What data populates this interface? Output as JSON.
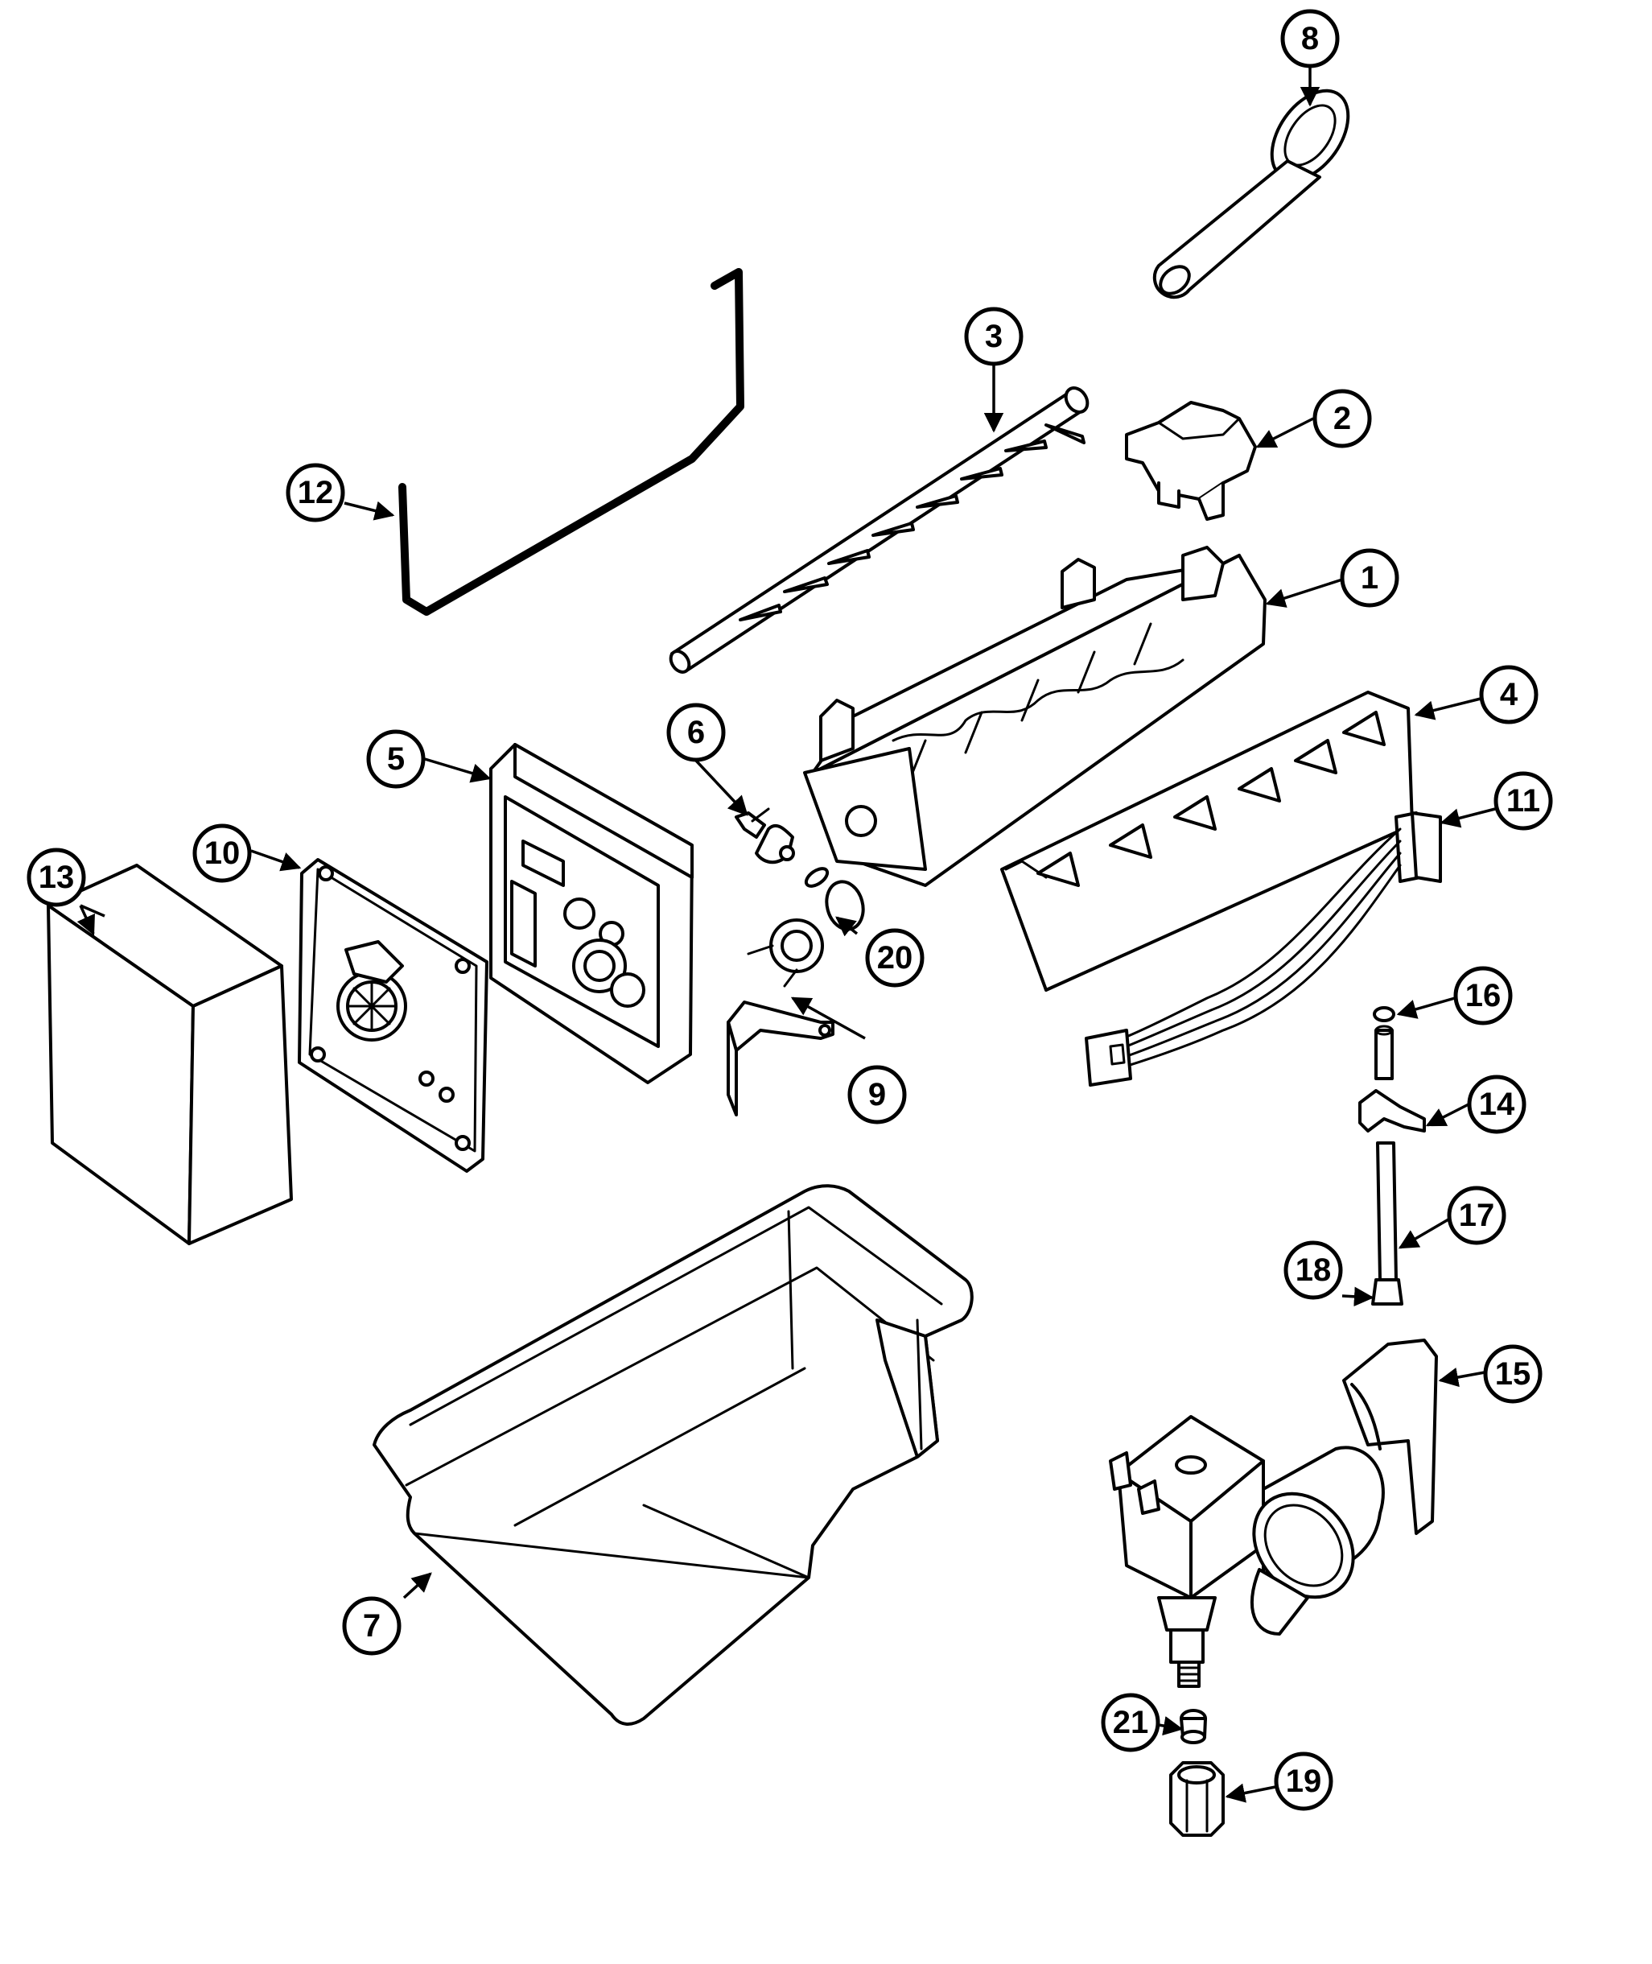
{
  "diagram": {
    "line_color": "#000000",
    "background_color": "#ffffff",
    "callouts": [
      {
        "id": "1",
        "label": "1",
        "part": "ice-mold-housing"
      },
      {
        "id": "2",
        "label": "2",
        "part": "shut-off-arm-bracket"
      },
      {
        "id": "3",
        "label": "3",
        "part": "ejector-shaft"
      },
      {
        "id": "4",
        "label": "4",
        "part": "stripper"
      },
      {
        "id": "5",
        "label": "5",
        "part": "control-housing"
      },
      {
        "id": "6",
        "label": "6",
        "part": "clip"
      },
      {
        "id": "7",
        "label": "7",
        "part": "ice-bucket"
      },
      {
        "id": "8",
        "label": "8",
        "part": "fill-cup"
      },
      {
        "id": "9",
        "label": "9",
        "part": "bracket"
      },
      {
        "id": "10",
        "label": "10",
        "part": "motor-gear-plate"
      },
      {
        "id": "11",
        "label": "11",
        "part": "wire-harness"
      },
      {
        "id": "12",
        "label": "12",
        "part": "shut-off-arm"
      },
      {
        "id": "13",
        "label": "13",
        "part": "cover"
      },
      {
        "id": "14",
        "label": "14",
        "part": "tube-clamp"
      },
      {
        "id": "15",
        "label": "15",
        "part": "water-valve"
      },
      {
        "id": "16",
        "label": "16",
        "part": "tube-sleeve"
      },
      {
        "id": "17",
        "label": "17",
        "part": "water-tube"
      },
      {
        "id": "18",
        "label": "18",
        "part": "tube-nut"
      },
      {
        "id": "19",
        "label": "19",
        "part": "compression-nut"
      },
      {
        "id": "20",
        "label": "20",
        "part": "thermostat"
      },
      {
        "id": "21",
        "label": "21",
        "part": "ferrule"
      }
    ]
  }
}
